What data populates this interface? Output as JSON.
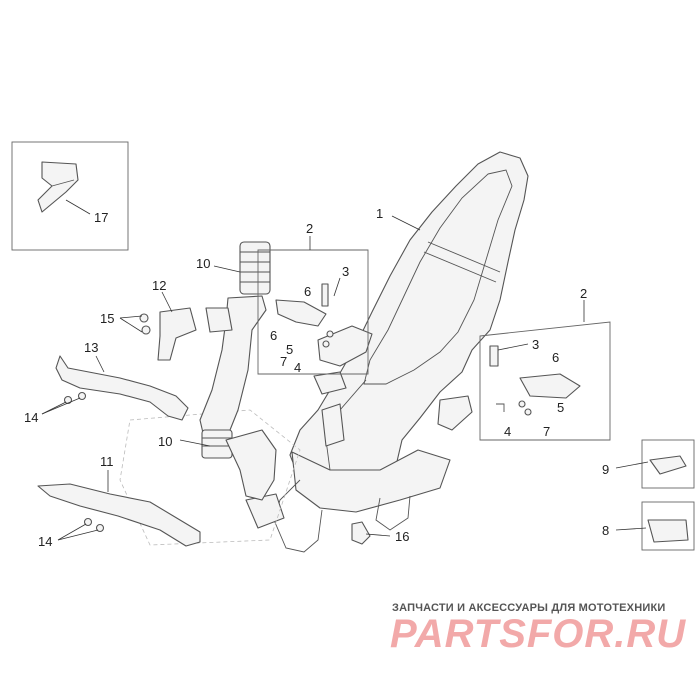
{
  "diagram": {
    "callouts": {
      "c1": "1",
      "c2a": "2",
      "c2b": "2",
      "c3a": "3",
      "c3b": "3",
      "c4a": "4",
      "c4b": "4",
      "c5a": "5",
      "c5b": "5",
      "c6a": "6",
      "c6b": "6",
      "c6c": "6",
      "c7a": "7",
      "c7b": "7",
      "c8": "8",
      "c9": "9",
      "c10a": "10",
      "c10b": "10",
      "c11": "11",
      "c12": "12",
      "c13": "13",
      "c14a": "14",
      "c14b": "14",
      "c15": "15",
      "c16": "16",
      "c17": "17"
    }
  },
  "watermark": {
    "tagline": "ЗАПЧАСТИ И АКСЕССУАРЫ ДЛЯ МОТОТЕХНИКИ",
    "brand": "PARTSFOR.RU"
  }
}
